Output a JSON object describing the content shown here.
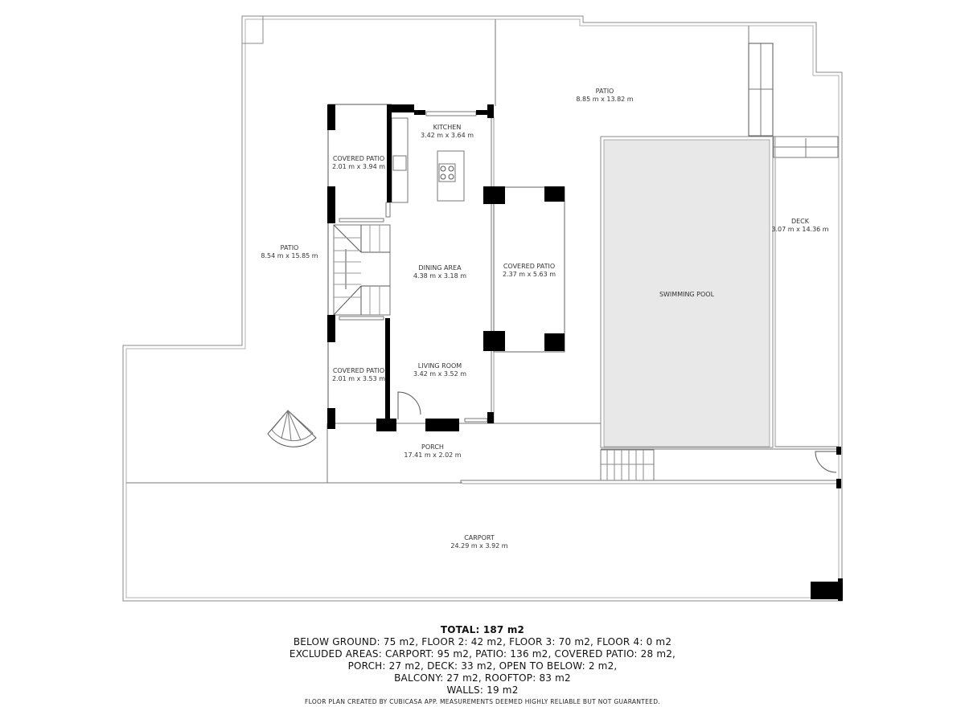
{
  "rooms": {
    "patio_left": {
      "name": "PATIO",
      "dims": "8.54 m x 15.85 m"
    },
    "patio_top": {
      "name": "PATIO",
      "dims": "8.85 m x 13.82 m"
    },
    "kitchen": {
      "name": "KITCHEN",
      "dims": "3.42 m x 3.64 m"
    },
    "covered_patio_upper": {
      "name": "COVERED PATIO",
      "dims": "2.01 m x 3.94 m"
    },
    "covered_patio_lower": {
      "name": "COVERED PATIO",
      "dims": "2.01 m x 3.53 m"
    },
    "covered_patio_right": {
      "name": "COVERED PATIO",
      "dims": "2.37 m x 5.63 m"
    },
    "dining_area": {
      "name": "DINING AREA",
      "dims": "4.38 m x 3.18 m"
    },
    "living_room": {
      "name": "LIVING ROOM",
      "dims": "3.42 m x 3.52 m"
    },
    "porch": {
      "name": "PORCH",
      "dims": "17.41 m x 2.02 m"
    },
    "carport": {
      "name": "CARPORT",
      "dims": "24.29 m x 3.92 m"
    },
    "deck": {
      "name": "DECK",
      "dims": "3.07 m x 14.36 m"
    },
    "swimming_pool": {
      "name": "SWIMMING POOL"
    }
  },
  "summary": {
    "total": "TOTAL: 187 m2",
    "lines": [
      "BELOW GROUND: 75 m2, FLOOR 2: 42 m2, FLOOR 3: 70 m2, FLOOR 4: 0 m2",
      "EXCLUDED AREAS: CARPORT: 95 m2, PATIO: 136 m2, COVERED PATIO: 28 m2,",
      "PORCH: 27 m2, DECK: 33 m2, OPEN TO BELOW: 2 m2,",
      "BALCONY: 27 m2, ROOFTOP: 83 m2",
      "WALLS: 19 m2"
    ]
  },
  "disclaimer": "FLOOR PLAN CREATED BY CUBICASA APP. MEASUREMENTS DEEMED HIGHLY RELIABLE BUT NOT GUARANTEED.",
  "colors": {
    "wall": "#000000",
    "outline": "#8a8a8a",
    "pool_fill": "#e8e8e8",
    "text": "#333333"
  }
}
